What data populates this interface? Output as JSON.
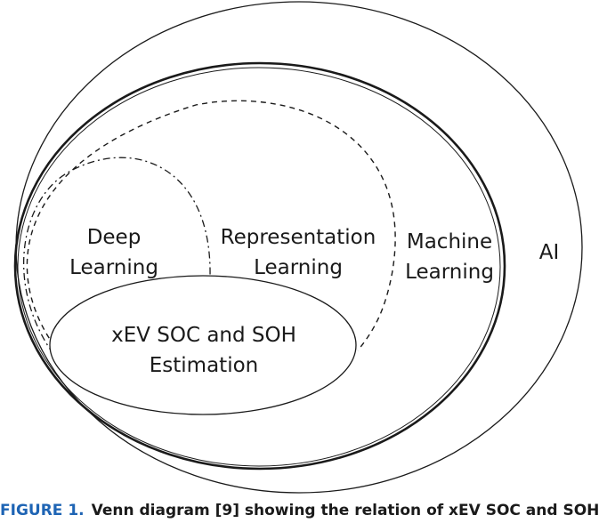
{
  "diagram": {
    "regions": {
      "ai": "AI",
      "machine_learning": [
        "Machine",
        "Learning"
      ],
      "representation_learning": [
        "Representation",
        "Learning"
      ],
      "deep_learning": [
        "Deep",
        "Learning"
      ],
      "xev_estimation": [
        "xEV SOC and SOH",
        "Estimation"
      ]
    }
  },
  "caption": {
    "figure_label": "FIGURE 1.",
    "text": "Venn diagram [9] showing the relation of xEV SOC and SOH"
  },
  "colors": {
    "stroke": "#1a1a1a",
    "figure_label": "#1e64b4"
  }
}
